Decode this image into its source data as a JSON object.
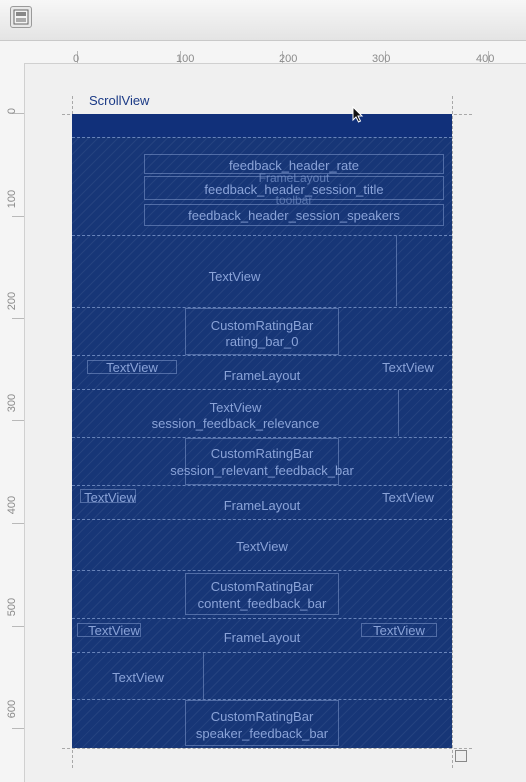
{
  "toolbar": {
    "layout_icon": "layout-toggle-icon"
  },
  "ruler": {
    "horizontal": [
      "0",
      "100",
      "200",
      "300",
      "400"
    ],
    "vertical": [
      "0",
      "100",
      "200",
      "300",
      "400",
      "500",
      "600"
    ]
  },
  "canvas": {
    "root_label": "ScrollView",
    "header": {
      "rate": "feedback_header_rate",
      "session_title": "feedback_header_session_title",
      "speakers": "feedback_header_session_speakers",
      "overlap_a": "FrameLayout",
      "overlap_b": "toolbar"
    },
    "sections": {
      "textview_1": "TextView",
      "rating_bar_0_type": "CustomRatingBar",
      "rating_bar_0_id": "rating_bar_0",
      "frame_1": {
        "left": "TextView",
        "center": "FrameLayout",
        "right": "TextView"
      },
      "relevance_type": "TextView",
      "relevance_id": "session_feedback_relevance",
      "relevant_bar_type": "CustomRatingBar",
      "relevant_bar_id": "session_relevant_feedback_bar",
      "frame_2": {
        "left": "TextView",
        "center": "FrameLayout",
        "right": "TextView"
      },
      "textview_2": "TextView",
      "content_bar_type": "CustomRatingBar",
      "content_bar_id": "content_feedback_bar",
      "frame_3": {
        "left": "TextView",
        "center": "FrameLayout",
        "right": "TextView"
      },
      "textview_3": "TextView",
      "speaker_bar_type": "CustomRatingBar",
      "speaker_bar_id": "speaker_feedback_bar"
    }
  },
  "colors": {
    "canvas_fill": "#173677",
    "label": "#7f9ad1",
    "title": "#1b3a86"
  }
}
